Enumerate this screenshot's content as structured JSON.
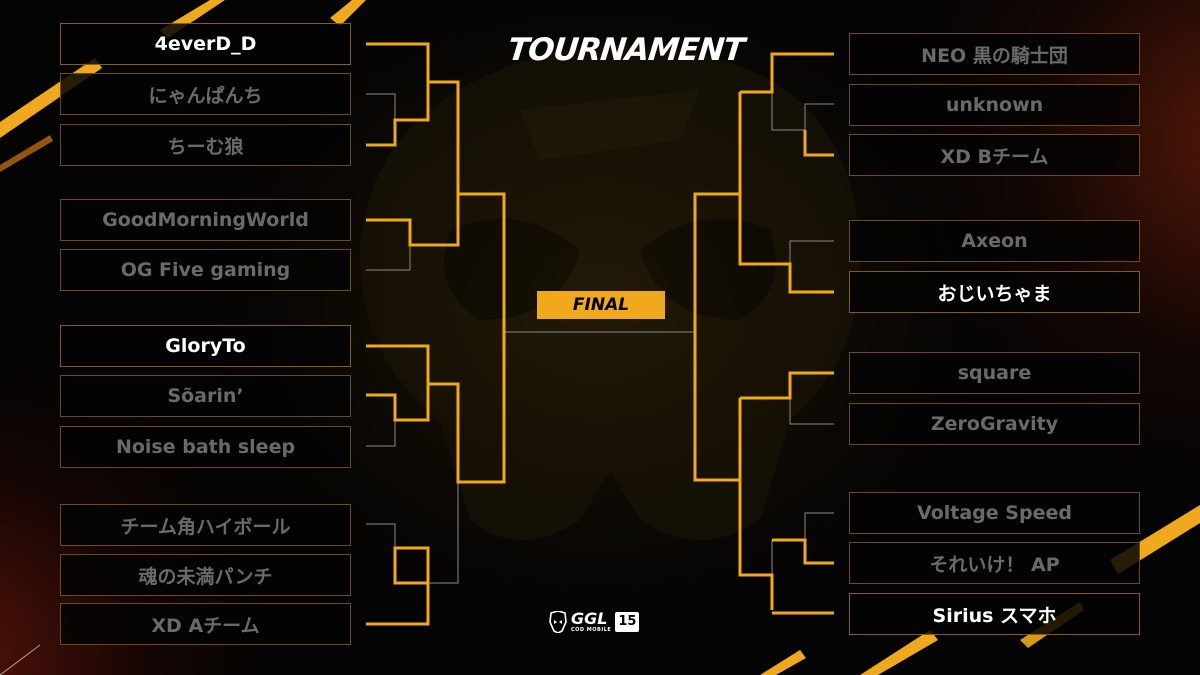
{
  "title": "TOURNAMENT",
  "final_label": "FINAL",
  "colors": {
    "accent": "#f0a91c",
    "line_dim": "#8a8a8a",
    "box_border": "#6e4a1a",
    "winner_text": "#ffffff",
    "loser_text": "#6a6a6a"
  },
  "left_teams": [
    {
      "name": "4everD_D",
      "winner": true
    },
    {
      "name": "にゃんぱんち",
      "winner": false
    },
    {
      "name": "ちーむ狼",
      "winner": false
    },
    {
      "name": "GoodMorningWorld",
      "winner": false
    },
    {
      "name": "OG Five gaming",
      "winner": false
    },
    {
      "name": "GloryTo",
      "winner": true
    },
    {
      "name": "Sõarin’",
      "winner": false
    },
    {
      "name": "Noise bath sleep",
      "winner": false
    },
    {
      "name": "チーム角ハイボール",
      "winner": false
    },
    {
      "name": "魂の未満パンチ",
      "winner": false
    },
    {
      "name": "XD Aチーム",
      "winner": false
    }
  ],
  "right_teams": [
    {
      "name": "NEO 黒の騎士団",
      "winner": false
    },
    {
      "name": "unknown",
      "winner": false
    },
    {
      "name": "XD Bチーム",
      "winner": false
    },
    {
      "name": "Axeon",
      "winner": false
    },
    {
      "name": "おじいちゃま",
      "winner": true
    },
    {
      "name": "square",
      "winner": false
    },
    {
      "name": "ZeroGravity",
      "winner": false
    },
    {
      "name": "Voltage Speed",
      "winner": false
    },
    {
      "name": "それいけ！ AP",
      "winner": false
    },
    {
      "name": "Sirius スマホ",
      "winner": true
    }
  ],
  "logo": {
    "brand": "GGL",
    "subtitle": "COD MOBILE",
    "number": "15"
  }
}
